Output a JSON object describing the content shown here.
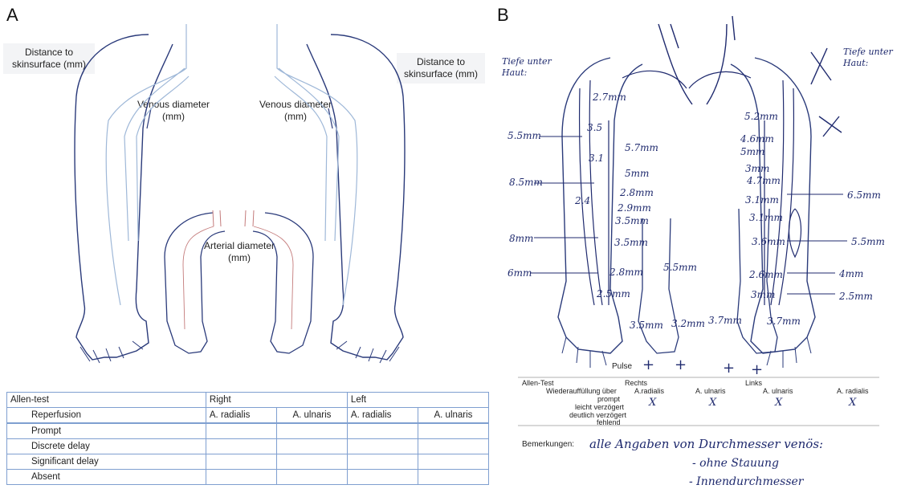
{
  "panel_a": {
    "letter": "A",
    "distance_label_left": "Distance to skinsurface (mm)",
    "distance_label_right": "Distance to skinsurface (mm)",
    "venous_label_left": "Venous diameter (mm)",
    "venous_label_right": "Venous diameter (mm)",
    "arterial_label": "Arterial diameter (mm)",
    "table": {
      "title": "Allen-test",
      "row_header": "Reperfusion",
      "right": "Right",
      "left": "Left",
      "columns": [
        "A. radialis",
        "A. ulnaris",
        "A. radialis",
        "A. ulnaris"
      ],
      "rows": [
        "Prompt",
        "Discrete delay",
        "Significant delay",
        "Absent"
      ]
    }
  },
  "panel_b": {
    "letter": "B",
    "depth_left": "Tiefe unter Haut:",
    "depth_right": "Tiefe unter Haut:",
    "left_measures": [
      "2.7mm",
      "3.5",
      "5.5mm",
      "5.7mm",
      "3.1",
      "5mm",
      "8.5mm",
      "2.8mm",
      "2.4",
      "2.9mm",
      "3.5mm",
      "8mm",
      "3.5mm",
      "6mm",
      "2.8mm",
      "2.5mm",
      "5.5mm",
      "3.5mm",
      "3.2mm"
    ],
    "right_measures": [
      "5.2mm",
      "4.6mm",
      "5mm",
      "3mm",
      "4.7mm",
      "3.1mm",
      "6.5mm",
      "3.1mm",
      "3.6mm",
      "5.5mm",
      "2.6mm",
      "4mm",
      "3mm",
      "2.5mm",
      "3.7mm",
      "3.7mm"
    ],
    "pulse_label": "Pulse",
    "pulse_marks": [
      "+",
      "+",
      "+",
      "+"
    ],
    "allen_title": "Allen-Test",
    "rechts": "Rechts",
    "links": "Links",
    "wieder": "Wiederauffüllung über",
    "cols": [
      "A.radialis",
      "A. ulnaris",
      "A. ulnaris",
      "A. radialis"
    ],
    "rows": [
      "prompt",
      "leicht verzögert",
      "deutlich verzögert",
      "fehlend"
    ],
    "marks": [
      "X",
      "X",
      "X",
      "X"
    ],
    "bemerkungen": "Bemerkungen:",
    "note1": "alle Angaben von Durchmesser venös:",
    "note2": "- ohne Stauung",
    "note3": "- Innendurchmesser"
  },
  "colors": {
    "vessel_blue": "#9fb8d8",
    "artery_red": "#c47b7b",
    "ink": "#1f2a6e",
    "outline": "#2a3a7a"
  }
}
